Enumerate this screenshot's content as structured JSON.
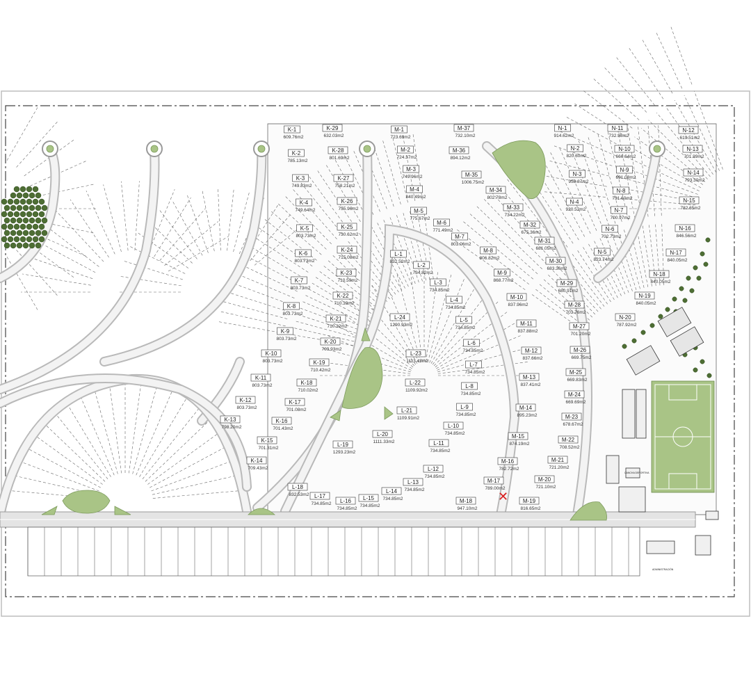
{
  "map": {
    "marker": "✕",
    "marker_color": "#d81e1e",
    "green_color": "#a9c486",
    "tree_color": "#4e6e34",
    "facility_labels": {
      "sports": "CANCHA DEPORTIVA",
      "admin": "ADMINISTRACIÓN"
    },
    "lots": [
      {
        "code": "K-1",
        "area": "609.76m2"
      },
      {
        "code": "K-29",
        "area": "632.03m2"
      },
      {
        "code": "K-2",
        "area": "785.13m2"
      },
      {
        "code": "K-28",
        "area": "801.69m2"
      },
      {
        "code": "K-3",
        "area": "749.83m2"
      },
      {
        "code": "K-27",
        "area": "758.21m2"
      },
      {
        "code": "K-4",
        "area": "749.64m2"
      },
      {
        "code": "K-26",
        "area": "755.96m2"
      },
      {
        "code": "K-5",
        "area": "803.73m2"
      },
      {
        "code": "K-25",
        "area": "730.62m2"
      },
      {
        "code": "K-6",
        "area": "803.73m2"
      },
      {
        "code": "K-24",
        "area": "715.08m2"
      },
      {
        "code": "K-7",
        "area": "803.73m2"
      },
      {
        "code": "K-23",
        "area": "710.59m2"
      },
      {
        "code": "K-8",
        "area": "803.73m2"
      },
      {
        "code": "K-22",
        "area": "710.39m2"
      },
      {
        "code": "K-9",
        "area": "803.73m2"
      },
      {
        "code": "K-21",
        "area": "710.32m2"
      },
      {
        "code": "K-10",
        "area": "803.73m2"
      },
      {
        "code": "K-20",
        "area": "709.93m2"
      },
      {
        "code": "K-11",
        "area": "803.73m2"
      },
      {
        "code": "K-19",
        "area": "710.42m2"
      },
      {
        "code": "K-12",
        "area": "803.73m2"
      },
      {
        "code": "K-18",
        "area": "710.02m2"
      },
      {
        "code": "K-13",
        "area": "798.20m2"
      },
      {
        "code": "K-17",
        "area": "701.08m2"
      },
      {
        "code": "K-14",
        "area": "709.43m2"
      },
      {
        "code": "K-16",
        "area": "701.43m2"
      },
      {
        "code": "K-15",
        "area": "701.31m2"
      },
      {
        "code": "L-1",
        "area": "832.52m2"
      },
      {
        "code": "L-2",
        "area": "734.82m2"
      },
      {
        "code": "L-3",
        "area": "734.85m2"
      },
      {
        "code": "L-4",
        "area": "734.85m2"
      },
      {
        "code": "L-5",
        "area": "734.85m2"
      },
      {
        "code": "L-6",
        "area": "734.85m2"
      },
      {
        "code": "L-7",
        "area": "734.85m2"
      },
      {
        "code": "L-8",
        "area": "734.85m2"
      },
      {
        "code": "L-9",
        "area": "734.85m2"
      },
      {
        "code": "L-10",
        "area": "734.85m2"
      },
      {
        "code": "L-11",
        "area": "734.85m2"
      },
      {
        "code": "L-12",
        "area": "734.85m2"
      },
      {
        "code": "L-13",
        "area": "734.85m2"
      },
      {
        "code": "L-14",
        "area": "734.85m2"
      },
      {
        "code": "L-15",
        "area": "734.85m2"
      },
      {
        "code": "L-16",
        "area": "734.85m2"
      },
      {
        "code": "L-17",
        "area": "734.85m2"
      },
      {
        "code": "L-18",
        "area": "832.53m2"
      },
      {
        "code": "L-19",
        "area": "1293.23m2"
      },
      {
        "code": "L-20",
        "area": "1111.33m2"
      },
      {
        "code": "L-21",
        "area": "1109.91m2"
      },
      {
        "code": "L-22",
        "area": "1109.92m2"
      },
      {
        "code": "L-23",
        "area": "1113.43m2"
      },
      {
        "code": "L-24",
        "area": "1290.93m2"
      },
      {
        "code": "M-1",
        "area": "723.69m2"
      },
      {
        "code": "M-37",
        "area": "732.10m2"
      },
      {
        "code": "M-2",
        "area": "724.37m2"
      },
      {
        "code": "M-36",
        "area": "894.12m2"
      },
      {
        "code": "M-3",
        "area": "749.96m2"
      },
      {
        "code": "M-35",
        "area": "1006.75m2"
      },
      {
        "code": "M-4",
        "area": "840.49m2"
      },
      {
        "code": "M-34",
        "area": "802.78m2"
      },
      {
        "code": "M-5",
        "area": "775.67m2"
      },
      {
        "code": "M-33",
        "area": "734.22m2"
      },
      {
        "code": "M-6",
        "area": "771.49m2"
      },
      {
        "code": "M-32",
        "area": "675.36m2"
      },
      {
        "code": "M-7",
        "area": "803.06m2"
      },
      {
        "code": "M-31",
        "area": "681.05m2"
      },
      {
        "code": "M-8",
        "area": "806.82m2"
      },
      {
        "code": "M-30",
        "area": "683.36m2"
      },
      {
        "code": "M-9",
        "area": "868.77m2"
      },
      {
        "code": "M-29",
        "area": "680.91m2"
      },
      {
        "code": "M-10",
        "area": "837.96m2"
      },
      {
        "code": "M-28",
        "area": "703.76m2"
      },
      {
        "code": "M-11",
        "area": "837.88m2"
      },
      {
        "code": "M-27",
        "area": "701.20m2"
      },
      {
        "code": "M-12",
        "area": "837.66m2"
      },
      {
        "code": "M-26",
        "area": "669.75m2"
      },
      {
        "code": "M-13",
        "area": "837.41m2"
      },
      {
        "code": "M-25",
        "area": "669.83m2"
      },
      {
        "code": "M-14",
        "area": "895.23m2"
      },
      {
        "code": "M-24",
        "area": "669.69m2"
      },
      {
        "code": "M-15",
        "area": "874.19m2"
      },
      {
        "code": "M-23",
        "area": "678.67m2"
      },
      {
        "code": "M-16",
        "area": "782.72m2"
      },
      {
        "code": "M-22",
        "area": "708.52m2"
      },
      {
        "code": "M-17",
        "area": "789.00m2"
      },
      {
        "code": "M-21",
        "area": "721.20m2"
      },
      {
        "code": "M-18",
        "area": "947.10m2"
      },
      {
        "code": "M-20",
        "area": "721.10m2"
      },
      {
        "code": "M-19",
        "area": "816.65m2"
      },
      {
        "code": "N-1",
        "area": "914.62m2"
      },
      {
        "code": "N-11",
        "area": "732.98m2"
      },
      {
        "code": "N-12",
        "area": "619.51m2"
      },
      {
        "code": "N-2",
        "area": "820.60m2"
      },
      {
        "code": "N-10",
        "area": "666.64m2"
      },
      {
        "code": "N-13",
        "area": "701.39m2"
      },
      {
        "code": "N-9",
        "area": "691.08m2"
      },
      {
        "code": "N-14",
        "area": "793.30m2"
      },
      {
        "code": "N-3",
        "area": "958.87m2"
      },
      {
        "code": "N-8",
        "area": "731.60m2"
      },
      {
        "code": "N-15",
        "area": "782.65m2"
      },
      {
        "code": "N-4",
        "area": "920.52m2"
      },
      {
        "code": "N-7",
        "area": "700.97m2"
      },
      {
        "code": "N-16",
        "area": "846.56m2"
      },
      {
        "code": "N-6",
        "area": "702.73m2"
      },
      {
        "code": "N-17",
        "area": "840.05m2"
      },
      {
        "code": "N-5",
        "area": "823.74m2"
      },
      {
        "code": "N-18",
        "area": "840.05m2"
      },
      {
        "code": "N-19",
        "area": "840.05m2"
      },
      {
        "code": "N-20",
        "area": "787.92m2"
      }
    ]
  }
}
